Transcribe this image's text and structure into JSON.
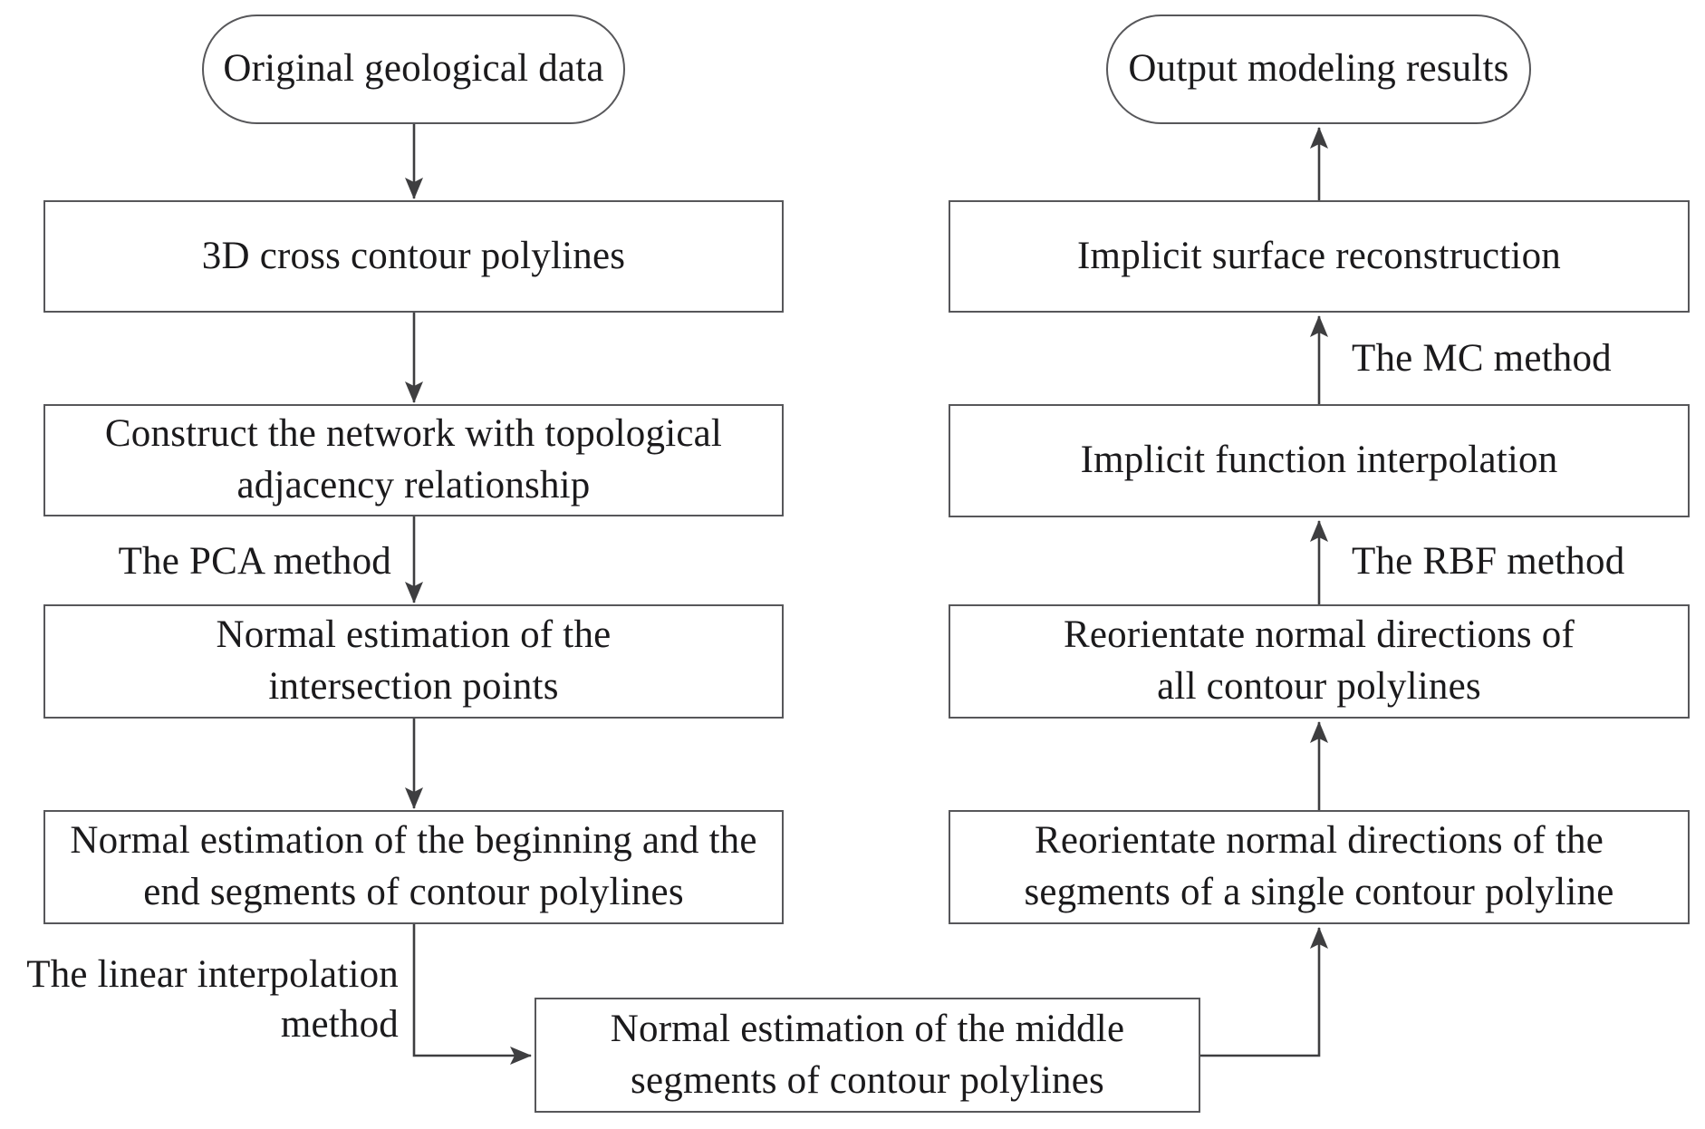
{
  "palette": {
    "background": "#ffffff",
    "box_border": "#57575a",
    "arrow_line": "#3e3e40",
    "text": "#1b1a1c"
  },
  "nodes": {
    "original_data": {
      "shape": "terminator",
      "lines": [
        "Original geological data"
      ]
    },
    "cross_contours": {
      "shape": "process",
      "lines": [
        "3D cross contour polylines"
      ]
    },
    "construct_network": {
      "shape": "process",
      "lines": [
        "Construct the network with topological",
        "adjacency relationship"
      ]
    },
    "normal_intersection": {
      "shape": "process",
      "lines": [
        "Normal estimation of the",
        "intersection points"
      ]
    },
    "normal_begin_end": {
      "shape": "process",
      "lines": [
        "Normal estimation of the beginning and the",
        "end segments of contour polylines"
      ]
    },
    "normal_middle": {
      "shape": "process",
      "lines": [
        "Normal estimation of the middle",
        "segments of contour polylines"
      ]
    },
    "reorient_single": {
      "shape": "process",
      "lines": [
        "Reorientate normal directions of the",
        "segments of a single contour polyline"
      ]
    },
    "reorient_all": {
      "shape": "process",
      "lines": [
        "Reorientate normal directions of",
        "all contour polylines"
      ]
    },
    "implicit_interp": {
      "shape": "process",
      "lines": [
        "Implicit function interpolation"
      ]
    },
    "implicit_surface": {
      "shape": "process",
      "lines": [
        "Implicit surface reconstruction"
      ]
    },
    "output_results": {
      "shape": "terminator",
      "lines": [
        "Output modeling results"
      ]
    }
  },
  "edge_labels": {
    "pca": {
      "lines": [
        "The PCA method"
      ]
    },
    "linear": {
      "lines": [
        "The linear interpolation",
        "method"
      ]
    },
    "rbf": {
      "lines": [
        "The RBF method"
      ]
    },
    "mc": {
      "lines": [
        "The MC method"
      ]
    }
  }
}
